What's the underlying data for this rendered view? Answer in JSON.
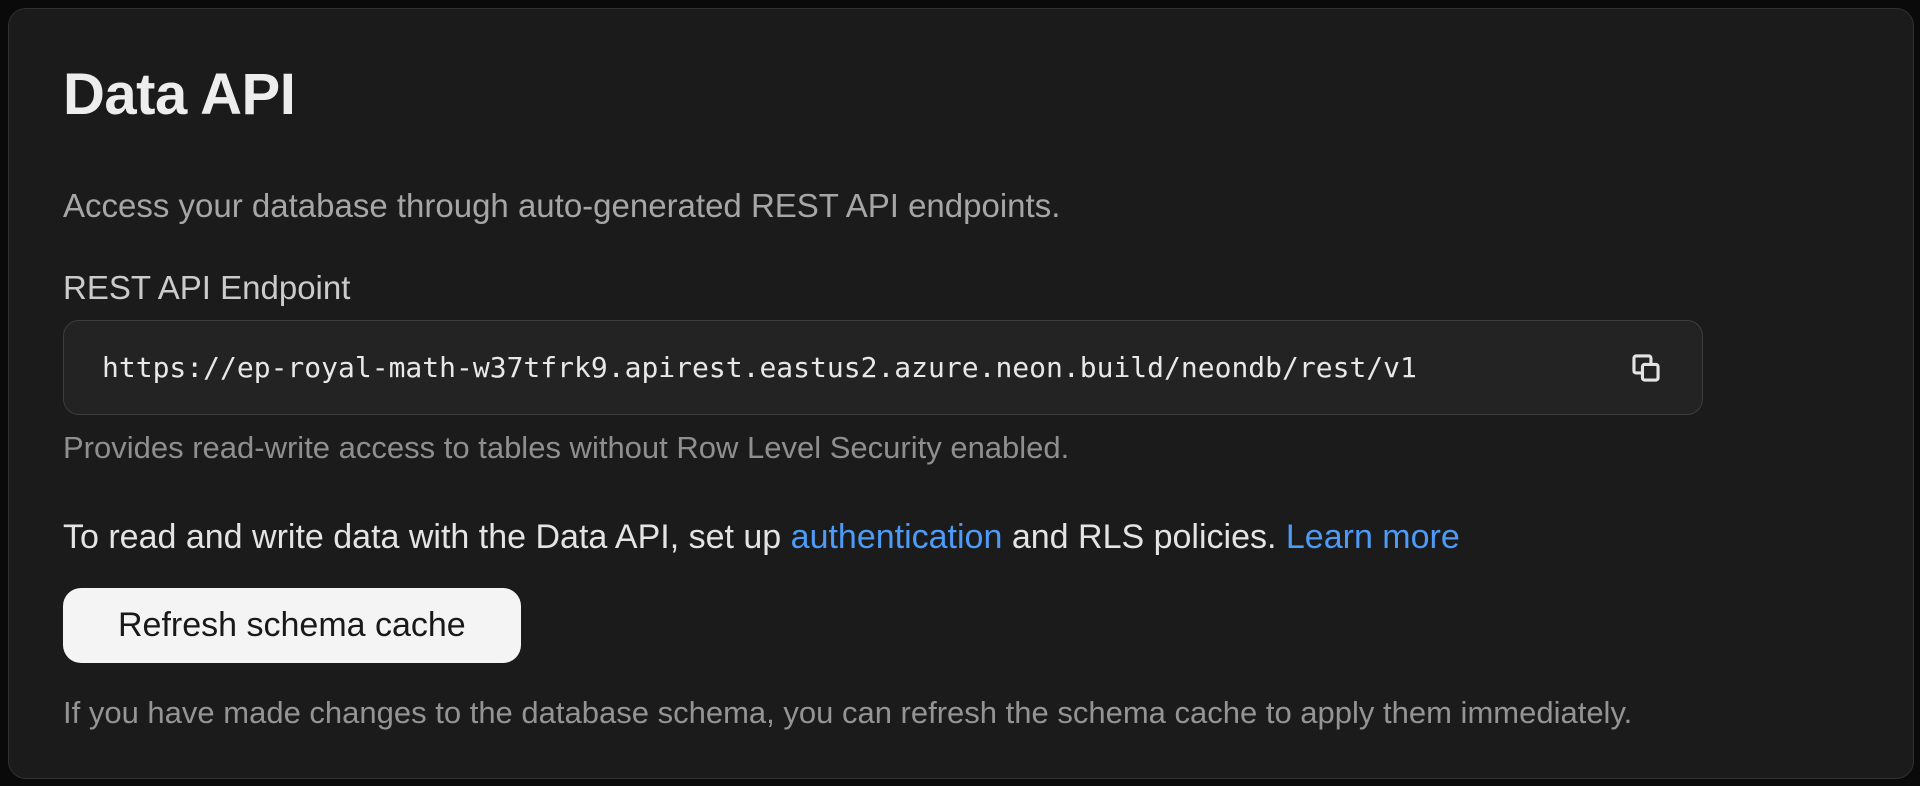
{
  "panel": {
    "title": "Data API",
    "description": "Access your database through auto-generated REST API endpoints.",
    "endpoint": {
      "label": "REST API Endpoint",
      "url": "https://ep-royal-math-w37tfrk9.apirest.eastus2.azure.neon.build/neondb/rest/v1",
      "copy_icon": "copy-icon",
      "helper": "Provides read-write access to tables without Row Level Security enabled."
    },
    "rls_note": {
      "prefix": "To read and write data with the Data API, set up ",
      "auth_link": "authentication",
      "middle": " and RLS policies. ",
      "learn_more_link": "Learn more"
    },
    "refresh": {
      "button_label": "Refresh schema cache",
      "helper": "If you have made changes to the database schema, you can refresh the schema cache to apply them immediately."
    },
    "colors": {
      "page_bg": "#0a0a0a",
      "panel_bg": "#1b1b1b",
      "panel_border": "#313131",
      "field_bg": "#232323",
      "link_blue": "#4e9bf7",
      "button_bg": "#f4f4f4",
      "button_text": "#191919"
    }
  }
}
